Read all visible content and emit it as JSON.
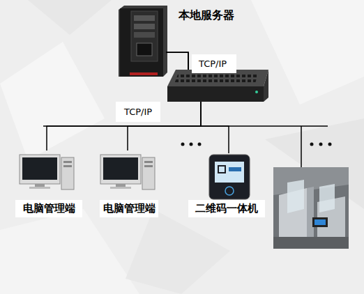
{
  "diagram": {
    "nodes": [
      {
        "text": [
          "本地服务器"
        ]
      },
      {
        "text": [
          "电脑管理端"
        ]
      },
      {
        "text": [
          "电脑管理端"
        ]
      },
      {
        "text": [
          "二维码一体机"
        ]
      }
    ],
    "edges": [
      {
        "from": 0,
        "to": 1,
        "arrow": "none"
      },
      {
        "from": 0,
        "to": 2,
        "arrow": "none"
      },
      {
        "from": 0,
        "to": 3,
        "arrow": "none"
      }
    ],
    "labels": [
      "TCP/IP",
      "TCP/IP"
    ]
  }
}
